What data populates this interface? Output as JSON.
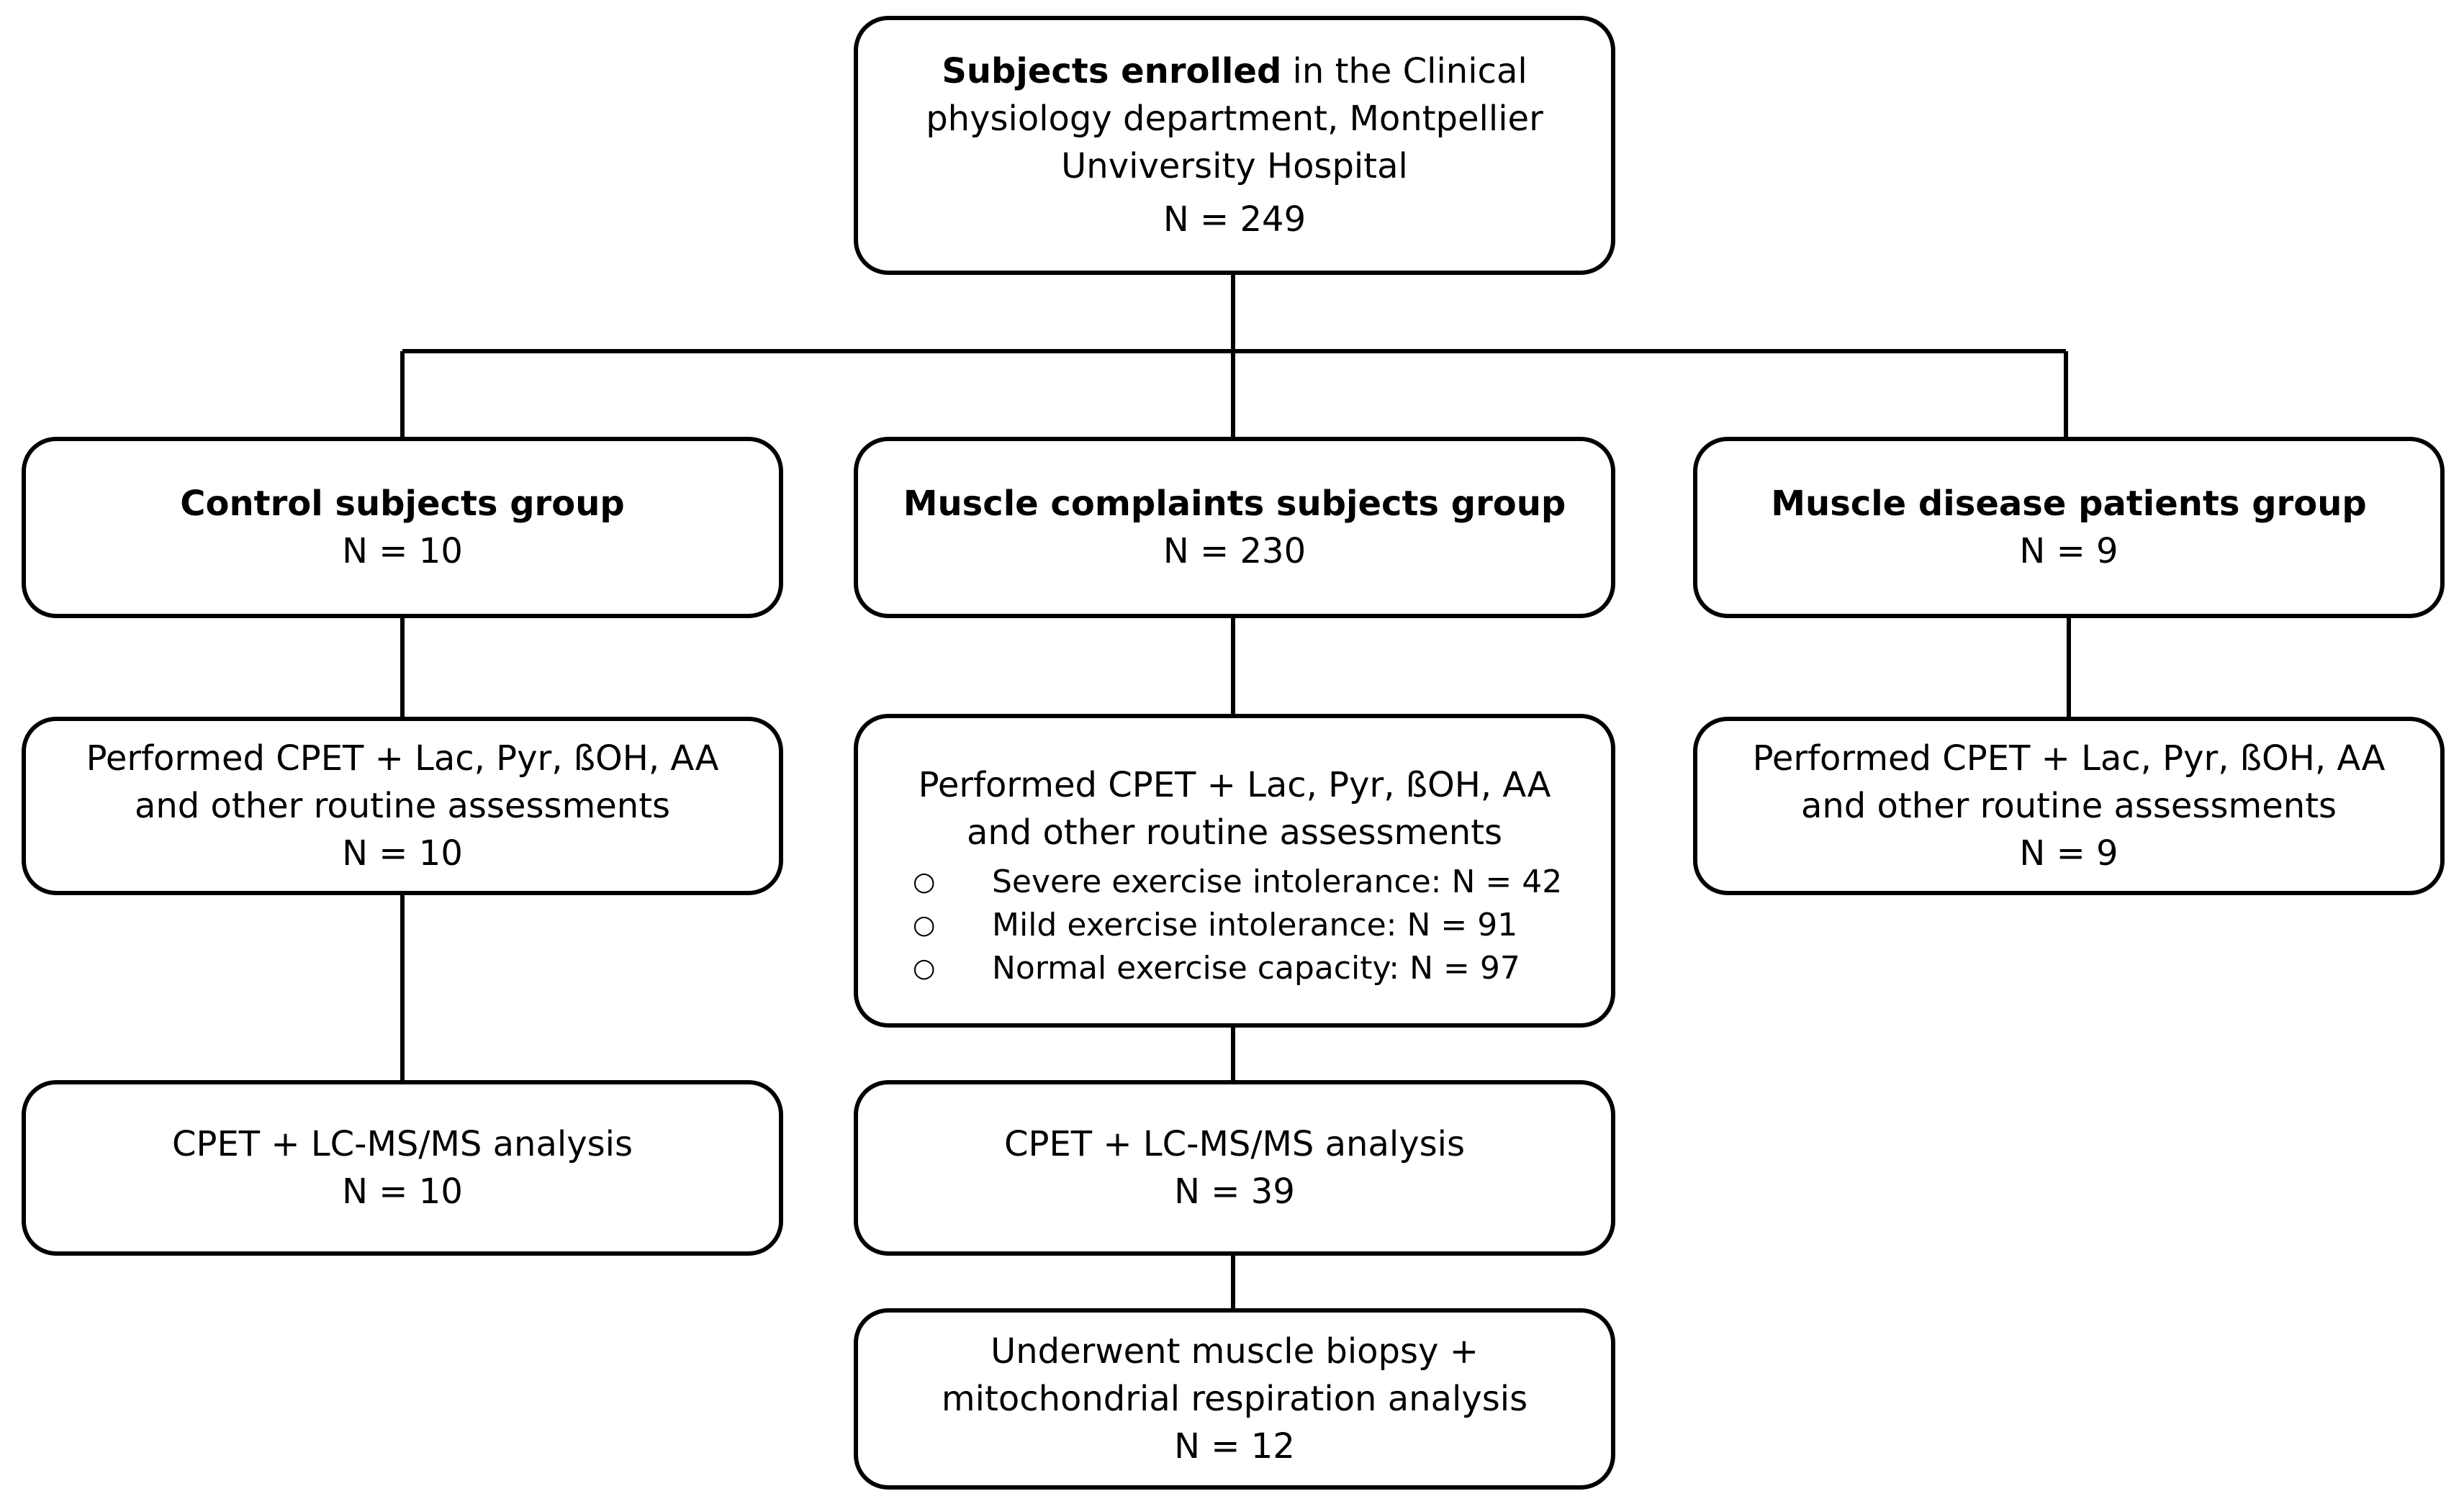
{
  "root": {
    "title_bold": "Subjects enrolled",
    "title_rest": " in the Clinical",
    "line2": "physiology department, Montpellier",
    "line3": "Unviversity Hospital",
    "n": "N = 249"
  },
  "groups": {
    "control": {
      "title": "Control subjects group",
      "n": "N = 10"
    },
    "complaints": {
      "title": "Muscle complaints subjects group",
      "n": "N = 230"
    },
    "disease": {
      "title": "Muscle disease patients group",
      "n": "N = 9"
    }
  },
  "performed": {
    "line1": "Performed CPET + Lac, Pyr, ßOH, AA",
    "line2": "and other routine assessments",
    "control_n": "N = 10",
    "disease_n": "N = 9",
    "bullet_symbol": "○",
    "complaints_bullets": [
      "Severe exercise intolerance: N = 42",
      "Mild exercise intolerance: N = 91",
      "Normal exercise capacity: N = 97"
    ]
  },
  "lcms": {
    "label": "CPET + LC-MS/MS analysis",
    "control_n": "N = 10",
    "complaints_n": "N = 39"
  },
  "biopsy": {
    "line1": "Underwent muscle biopsy +",
    "line2": "mitochondrial respiration analysis",
    "n": "N = 12"
  }
}
